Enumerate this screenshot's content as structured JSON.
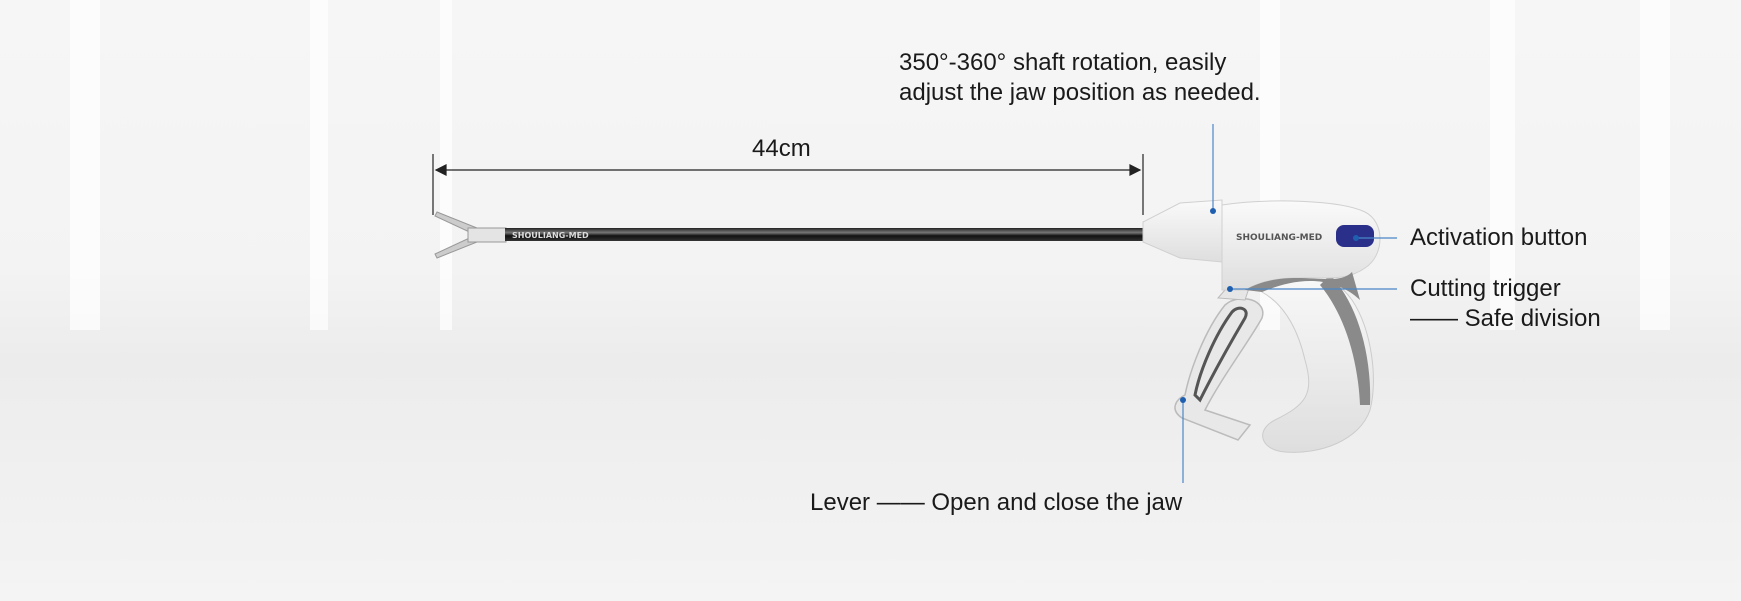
{
  "callouts": {
    "rotation_line1": "350°-360° shaft rotation, easily",
    "rotation_line2": "adjust the jaw position as needed.",
    "length": "44cm",
    "activation": "Activation button",
    "cutting": "Cutting trigger",
    "safe": "—— Safe division",
    "lever": "Lever —— Open and close the jaw"
  },
  "brand": "SHOULIANG-MED",
  "colors": {
    "leader": "#1f5fb0",
    "button": "#2a2f8a",
    "grip": "#8a8a8a"
  }
}
